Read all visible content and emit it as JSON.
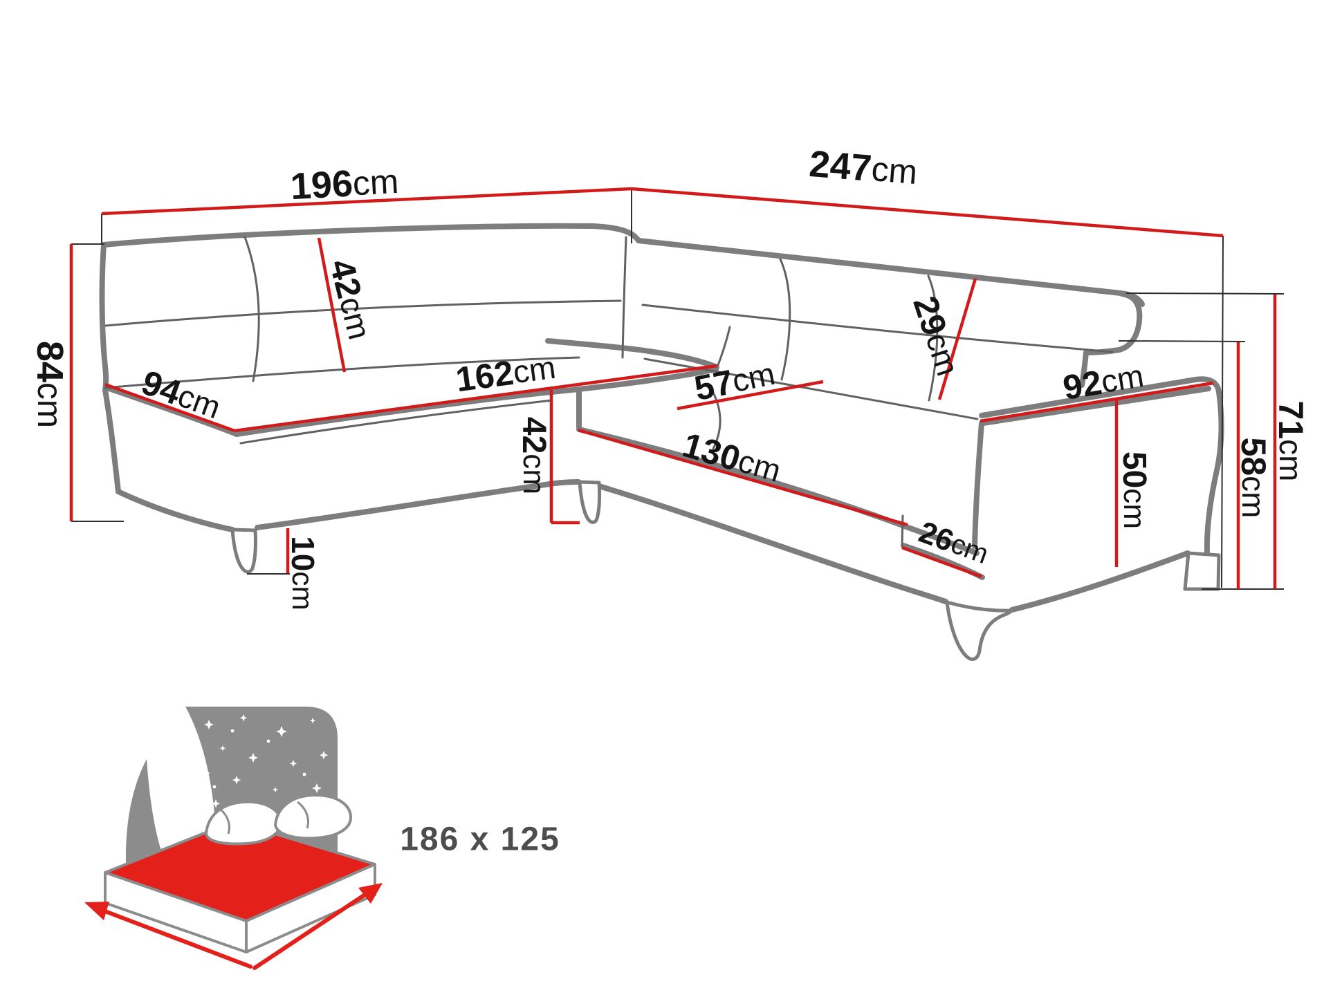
{
  "diagram": {
    "type": "corner-sofa-dimension-diagram",
    "dimensions": {
      "d196": {
        "num": "196",
        "unit": "cm"
      },
      "d247": {
        "num": "247",
        "unit": "cm"
      },
      "d84": {
        "num": "84",
        "unit": "cm"
      },
      "d42_backrest": {
        "num": "42",
        "unit": "cm"
      },
      "d94": {
        "num": "94",
        "unit": "cm"
      },
      "d162": {
        "num": "162",
        "unit": "cm"
      },
      "d42_seat": {
        "num": "42",
        "unit": "cm"
      },
      "d10": {
        "num": "10",
        "unit": "cm"
      },
      "d57": {
        "num": "57",
        "unit": "cm"
      },
      "d130": {
        "num": "130",
        "unit": "cm"
      },
      "d29": {
        "num": "29",
        "unit": "cm"
      },
      "d92": {
        "num": "92",
        "unit": "cm"
      },
      "d26": {
        "num": "26",
        "unit": "cm"
      },
      "d50": {
        "num": "50",
        "unit": "cm"
      },
      "d58": {
        "num": "58",
        "unit": "cm"
      },
      "d71": {
        "num": "71",
        "unit": "cm"
      }
    },
    "sleep_function": {
      "icon": "sleep-function-bed-icon",
      "size_label": "186 x 125"
    },
    "colors": {
      "dimension_line": "#d21a1a",
      "sketch_stroke": "#7d7d7d",
      "seam_stroke": "#616161",
      "tick_stroke": "#2e2e2e",
      "label_text": "#141414",
      "icon_panel": "#8c8c8c",
      "mattress_red": "#e3211a",
      "size_text": "#4d4d4d",
      "background": "#ffffff"
    }
  }
}
